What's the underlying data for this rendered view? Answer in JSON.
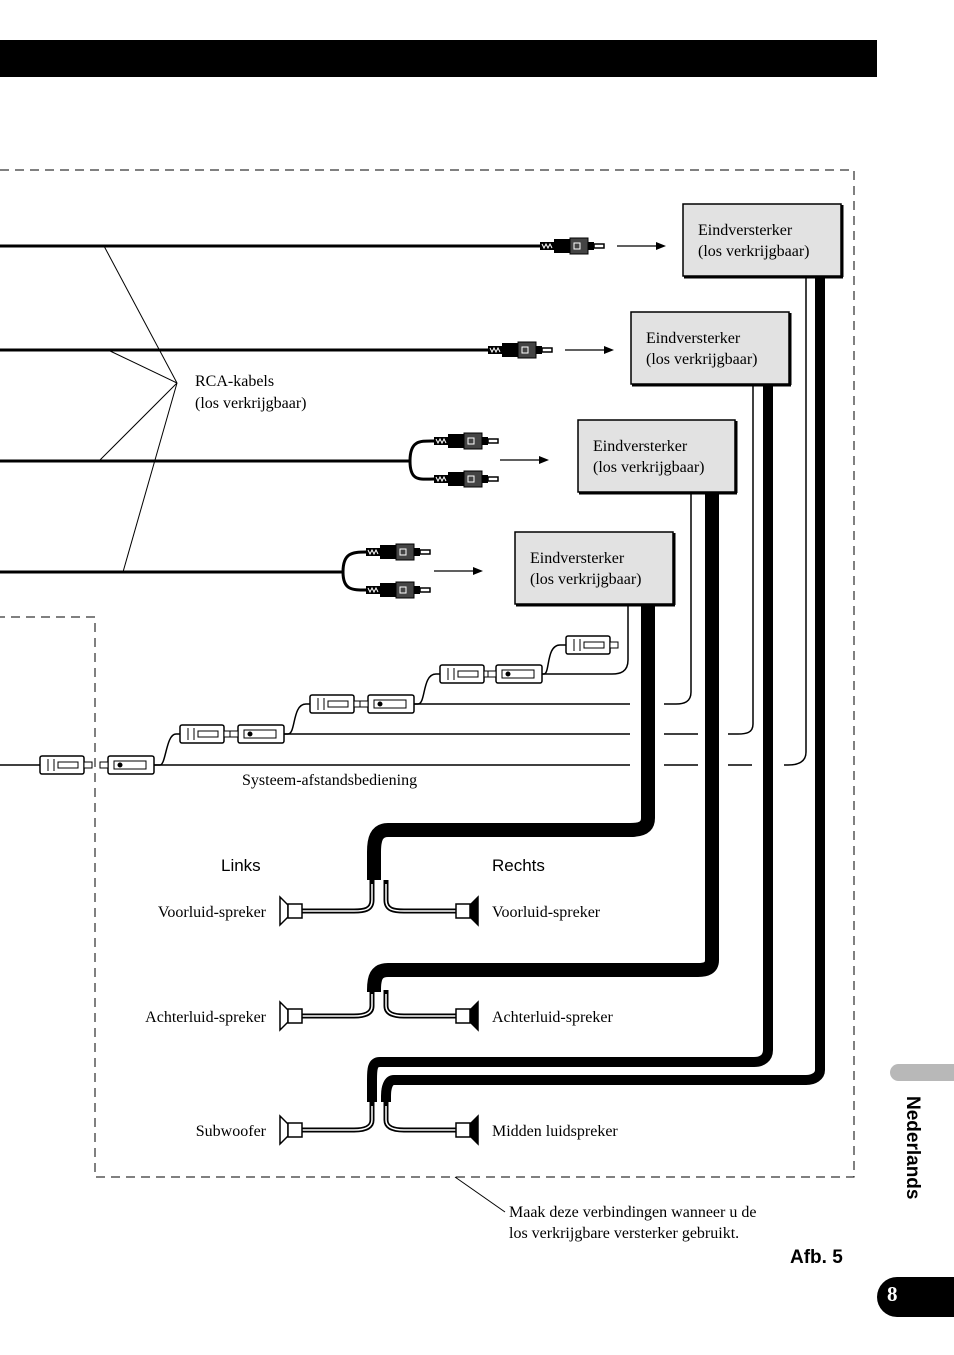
{
  "amplifiers": [
    {
      "line1": "Eindversterker",
      "line2": "(los verkrijgbaar)"
    },
    {
      "line1": "Eindversterker",
      "line2": "(los verkrijgbaar)"
    },
    {
      "line1": "Eindversterker",
      "line2": "(los verkrijgbaar)"
    },
    {
      "line1": "Eindversterker",
      "line2": "(los verkrijgbaar)"
    }
  ],
  "rca_label": {
    "line1": "RCA-kabels",
    "line2": "(los verkrijgbaar)"
  },
  "remote_label": "Systeem-afstandsbediening",
  "side_left": "Links",
  "side_right": "Rechts",
  "speakers_left": [
    "Voorluid-spreker",
    "Achterluid-spreker",
    "Subwoofer"
  ],
  "speakers_right": [
    "Voorluid-spreker",
    "Achterluid-spreker",
    "Midden luidspreker"
  ],
  "note": {
    "line1": "Maak deze verbindingen wanneer u de",
    "line2": "los verkrijgbare versterker gebruikt."
  },
  "figure_label": "Afb. 5",
  "language_tab": "Nederlands",
  "page_number": "8"
}
